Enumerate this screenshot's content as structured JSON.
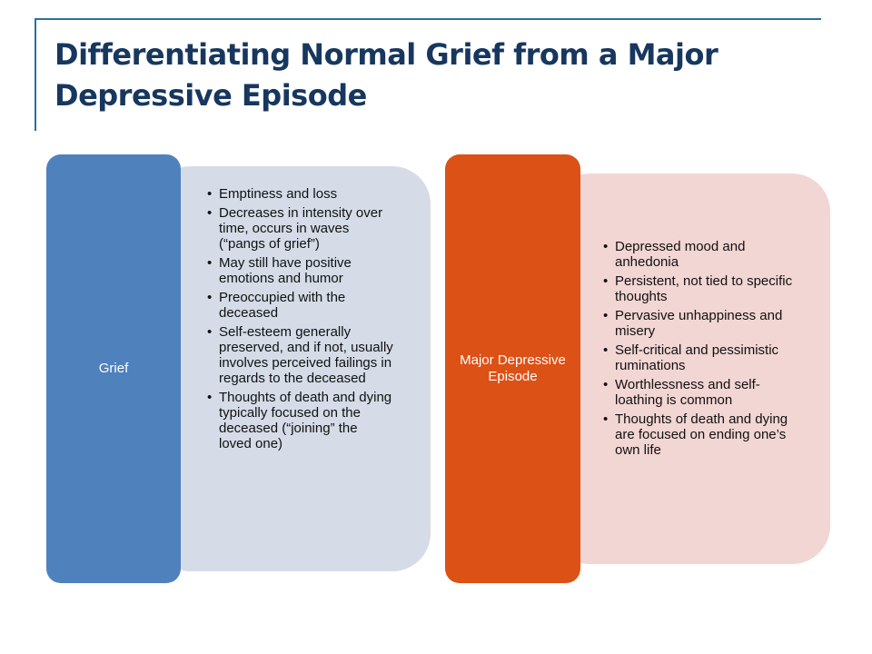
{
  "slide": {
    "title": "Differentiating Normal Grief from a Major Depressive Episode"
  },
  "columns": [
    {
      "label": "Grief",
      "color": "#4f81bd",
      "panel_color": "#d5dce8",
      "bullets": [
        "Emptiness and loss",
        "Decreases in intensity over time, occurs in waves (“pangs of grief”)",
        "May still have positive emotions and humor",
        "Preoccupied with the deceased",
        "Self-esteem generally preserved, and if not, usually involves perceived failings in regards to the deceased",
        "Thoughts of death and dying typically focused on the deceased (“joining” the loved one)"
      ]
    },
    {
      "label": "Major Depressive Episode",
      "color": "#dc5116",
      "panel_color": "#f2d6d3",
      "bullets": [
        "Depressed mood and anhedonia",
        "Persistent, not tied to specific thoughts",
        "Pervasive unhappiness and misery",
        "Self-critical and pessimistic ruminations",
        "Worthlessness and self-loathing is common",
        "Thoughts of death and dying are focused on ending one’s own life"
      ]
    }
  ]
}
